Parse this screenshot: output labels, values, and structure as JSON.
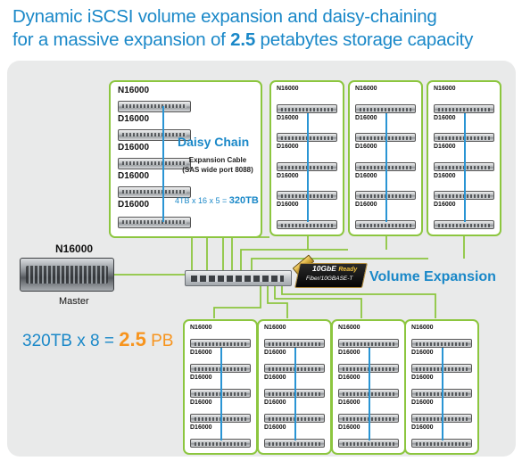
{
  "title": {
    "line1": "Dynamic iSCSI volume expansion and daisy-chaining",
    "line2_pre": "for a massive expansion of ",
    "line2_num": "2.5",
    "line2_post": " petabytes storage capacity"
  },
  "daisy_chain": {
    "label": "Daisy Chain",
    "cable_line1": "Expansion Cable",
    "cable_line2": "(SAS wide port 8088)",
    "calc_pre": "4TB x 16 x 5 = ",
    "calc_result": "320TB"
  },
  "units": {
    "head": "N16000",
    "expansion": "D16000"
  },
  "master": {
    "label": "N16000",
    "caption": "Master"
  },
  "switch_badge": {
    "line1": "10GbE",
    "line1_suffix": "Ready",
    "line2": "Fiber/10GBASE-T"
  },
  "volume_expansion": "Volume Expansion",
  "total": {
    "pre": "320TB x 8 = ",
    "value": "2.5",
    "unit": " PB"
  },
  "colors": {
    "accent_blue": "#1a88c8",
    "accent_orange": "#f7941d",
    "rack_border": "#8cc63f",
    "panel_bg": "#e9eaea"
  }
}
